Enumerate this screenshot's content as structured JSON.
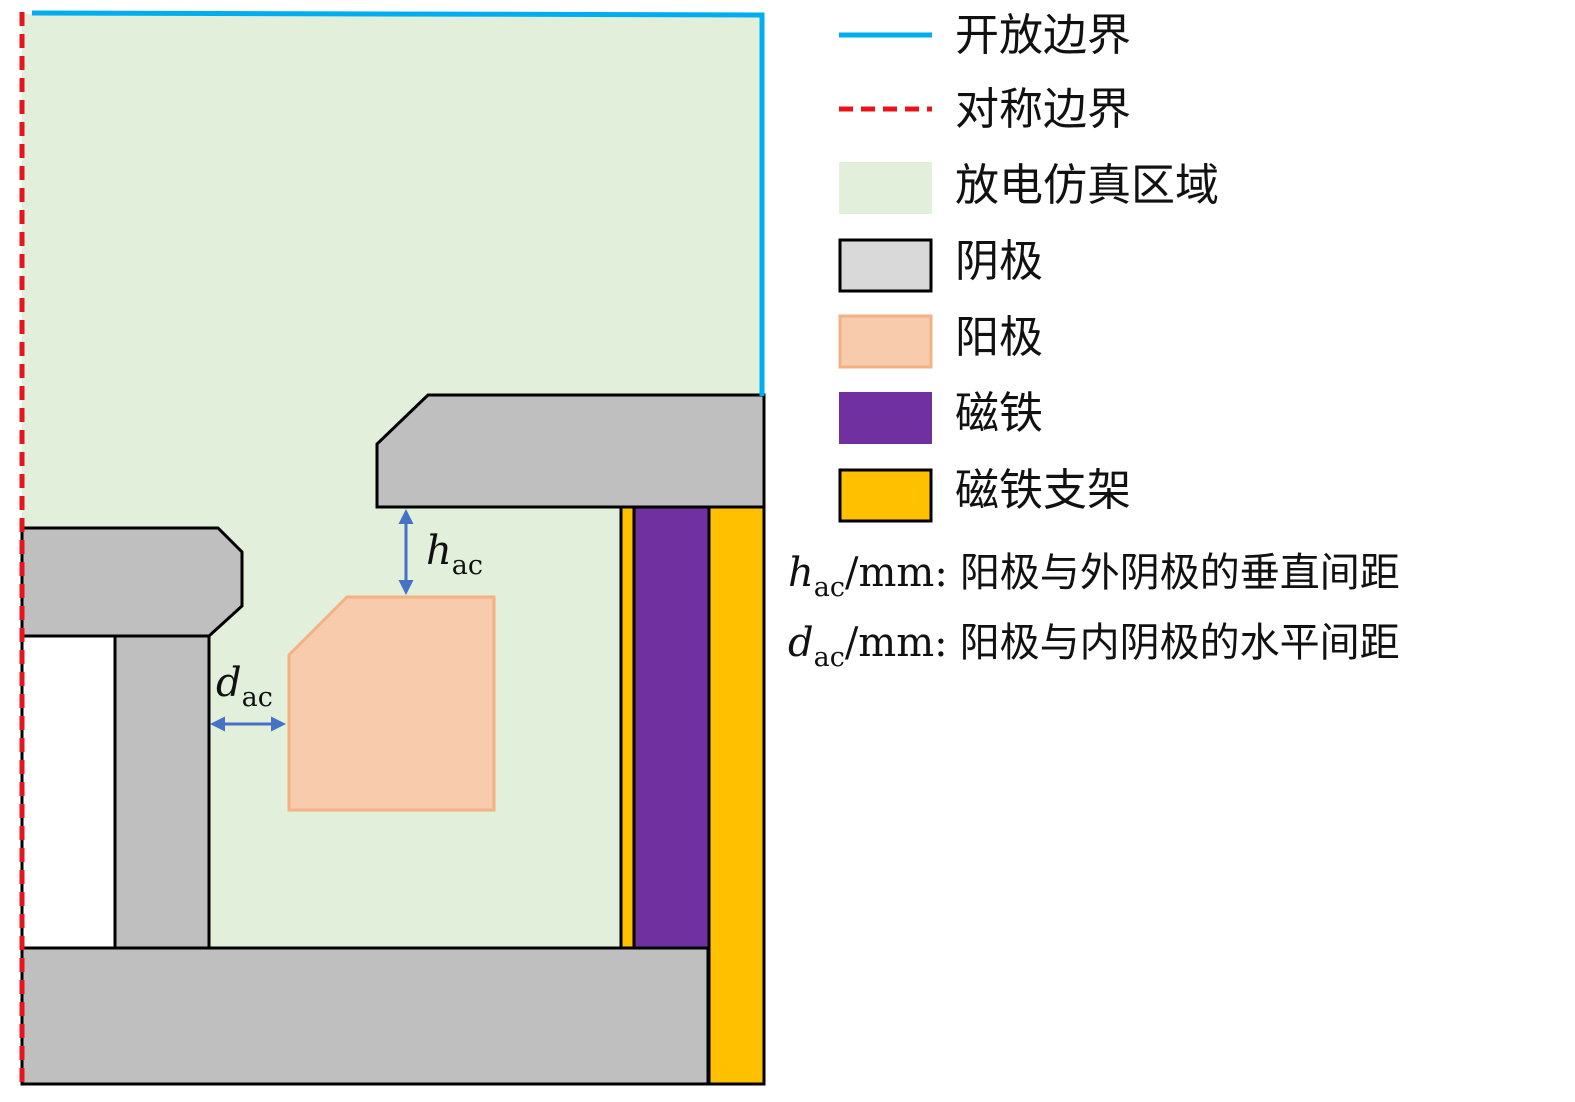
{
  "colors": {
    "open_boundary": "#00AEEF",
    "symmetry_boundary": "#E8141B",
    "sim_region": "#E2EFDA",
    "cathode": "#BFBFBF",
    "anode": "#F8CBAD",
    "anode_edge": "#F4B183",
    "magnet": "#7030A0",
    "magnet_bracket": "#FFC000",
    "arrow": "#4472C4"
  },
  "labels": {
    "h_ac": {
      "symbol": "h",
      "subscript": "ac"
    },
    "d_ac": {
      "symbol": "d",
      "subscript": "ac"
    }
  },
  "legend": [
    {
      "swatch": "solid-line",
      "label": "开放边界",
      "color_key": "open_boundary"
    },
    {
      "swatch": "dashed-line",
      "label": "对称边界",
      "color_key": "symmetry_boundary"
    },
    {
      "swatch": "box-no-border",
      "label": "放电仿真区域",
      "color_key": "sim_region"
    },
    {
      "swatch": "box-black-border",
      "label": "阴极",
      "color_key": "cathode"
    },
    {
      "swatch": "box-orange-border",
      "label": "阳极",
      "color_key": "anode"
    },
    {
      "swatch": "box-no-border",
      "label": "磁铁",
      "color_key": "magnet"
    },
    {
      "swatch": "box-black-border",
      "label": "磁铁支架",
      "color_key": "magnet_bracket"
    }
  ],
  "notes": [
    {
      "symbol": "h",
      "subscript": "ac",
      "unit": "/mm",
      "separator": ":",
      "text": "阳极与外阴极的垂直间距"
    },
    {
      "symbol": "d",
      "subscript": "ac",
      "unit": "/mm",
      "separator": ":",
      "text": "阳极与内阴极的水平间距"
    }
  ]
}
